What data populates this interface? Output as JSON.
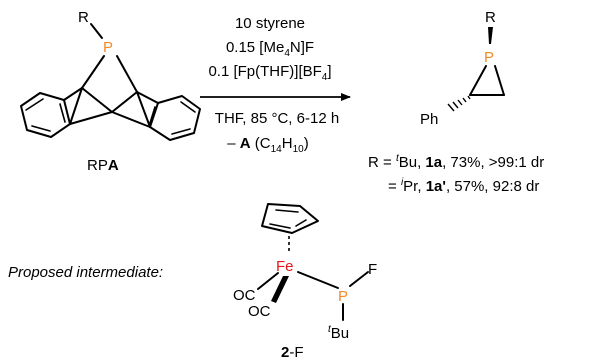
{
  "colors": {
    "phosphorus": "#f28c28",
    "iron": "#e8161b",
    "text": "#000000"
  },
  "reactant": {
    "R": "R",
    "P": "P",
    "label_prefix": "RP",
    "label_bold": "A"
  },
  "conditions": {
    "line1": "10 styrene",
    "line2_main": "0.15 [Me",
    "line2_sub": "4",
    "line2_tail": "N]F",
    "line3_main": "0.1 [Fp(THF)][BF",
    "line3_sub": "4",
    "line3_tail": "]",
    "line4": "THF, 85 °C, 6-12 h",
    "line5_lead": "– ",
    "line5_bold": "A",
    "line5_paren_open": " (C",
    "line5_sub1": "14",
    "line5_mid": "H",
    "line5_sub2": "10",
    "line5_paren_close": ")"
  },
  "product": {
    "R": "R",
    "P": "P",
    "Ph": "Ph"
  },
  "results": [
    {
      "lead": "R = ",
      "sup": "t",
      "sub_name": "Bu, ",
      "compound": "1a",
      "detail": ", 73%, >99:1 dr"
    },
    {
      "lead": "= ",
      "sup": "i",
      "sub_name": "Pr, ",
      "compound": "1a'",
      "detail": ", 57%, 92:8 dr"
    }
  ],
  "intermediate": {
    "caption": "Proposed intermediate:",
    "Fe": "Fe",
    "P": "P",
    "F": "F",
    "CO1": "OC",
    "CO2": "OC",
    "tBu_sup": "t",
    "tBu_main": "Bu",
    "label_bold": "2",
    "label_tail": "-F"
  }
}
